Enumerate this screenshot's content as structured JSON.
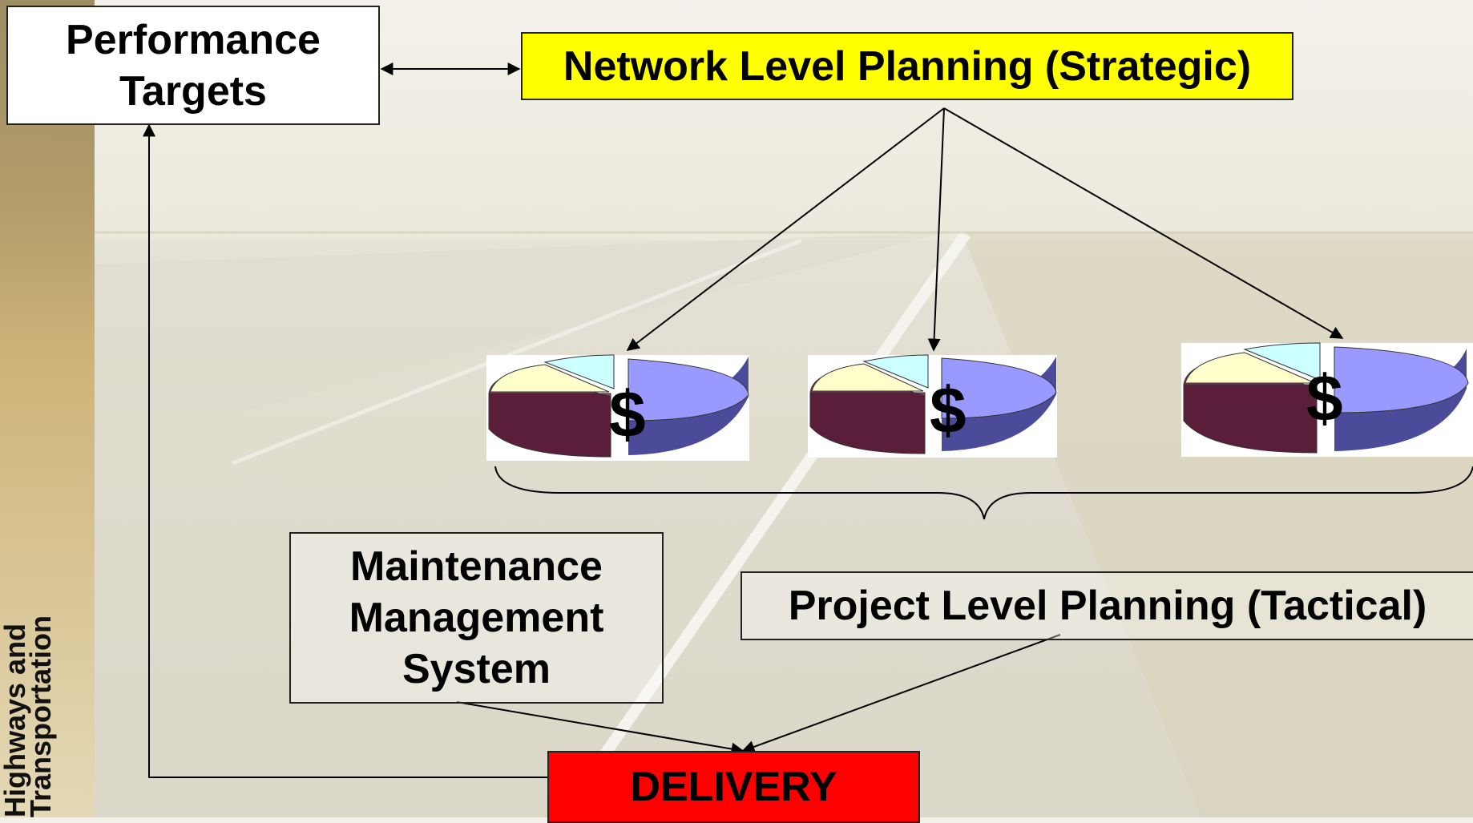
{
  "boxes": {
    "performance_targets": [
      "Performance",
      "Targets"
    ],
    "network_level": "Network Level Planning (Strategic)",
    "maintenance": [
      "Maintenance",
      "Management",
      "System"
    ],
    "project_level": "Project Level Planning (Tactical)",
    "delivery": "DELIVERY"
  },
  "side_label": [
    "Highways and",
    "Transportation"
  ],
  "pie_label": "$",
  "colors": {
    "network_fill": "#ffff00",
    "delivery_fill": "#ff0000",
    "pie_blue": "#9999ff",
    "pie_maroon": "#993366",
    "pie_cream": "#ffffcc",
    "pie_cyan": "#ccffff"
  }
}
